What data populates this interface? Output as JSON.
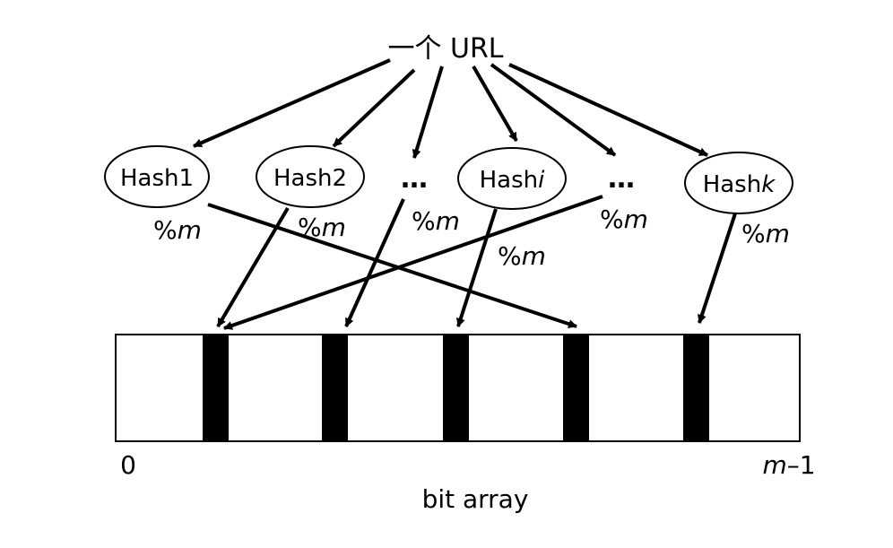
{
  "source": "一个 URL",
  "hash_nodes": [
    {
      "id": "hash1",
      "text": "Hash1",
      "suffix": "",
      "kind": "ellipse"
    },
    {
      "id": "hash2",
      "text": "Hash2",
      "suffix": "",
      "kind": "ellipse"
    },
    {
      "id": "dots-a",
      "text": "…",
      "suffix": "",
      "kind": "dots"
    },
    {
      "id": "hashi",
      "text": "Hash",
      "suffix": "i",
      "kind": "ellipse"
    },
    {
      "id": "dots-b",
      "text": "…",
      "suffix": "",
      "kind": "dots"
    },
    {
      "id": "hashk",
      "text": "Hash",
      "suffix": "k",
      "kind": "ellipse"
    }
  ],
  "mod_label_prefix": "%",
  "mod_label_var": "m",
  "bit_array": {
    "label": "bit array",
    "start_label": "0",
    "end_label_var": "m",
    "end_label_rest": "–1"
  },
  "colors": {
    "stroke": "#000000",
    "fill": "#ffffff",
    "set_bit": "#000000"
  }
}
